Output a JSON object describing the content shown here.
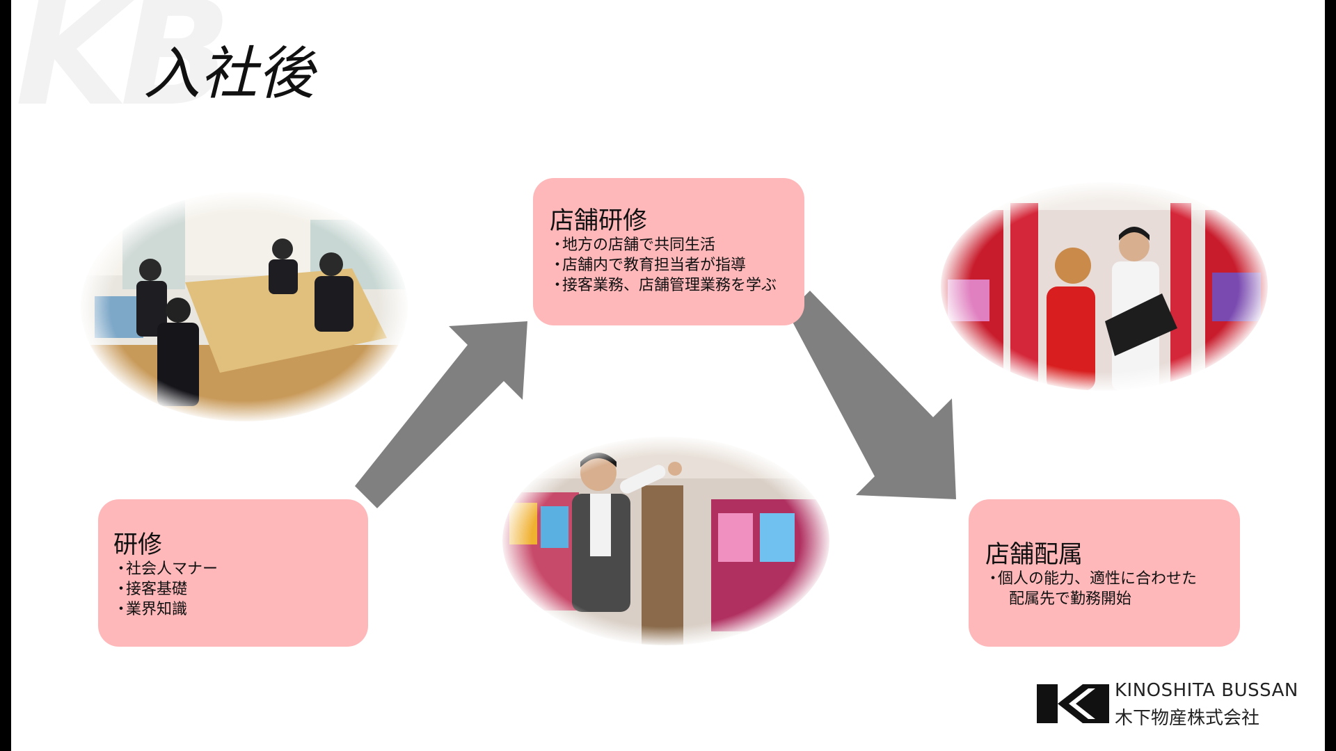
{
  "slide": {
    "watermark": "KB",
    "title": "入社後"
  },
  "boxes": [
    {
      "heading": "研修",
      "items": [
        "社会人マナー",
        "接客基礎",
        "業界知識"
      ]
    },
    {
      "heading": "店舗研修",
      "items": [
        "地方の店舗で共同生活",
        "店舗内で教育担当者が指導",
        "接客業務、店舗管理業務を学ぶ"
      ]
    },
    {
      "heading": "店舗配属",
      "items": [
        "個人の能力、適性に合わせた"
      ],
      "continuation": "配属先で勤務開始"
    }
  ],
  "brand": {
    "name_en": "KINOSHITA BUSSAN",
    "name_jp": "木下物産株式会社"
  },
  "colors": {
    "box_fill": "#ffb8ba",
    "arrow": "#808080",
    "logo": "#111111"
  },
  "photos": [
    "training-meeting-photo",
    "staff-guiding-photo",
    "store-staff-photo"
  ]
}
